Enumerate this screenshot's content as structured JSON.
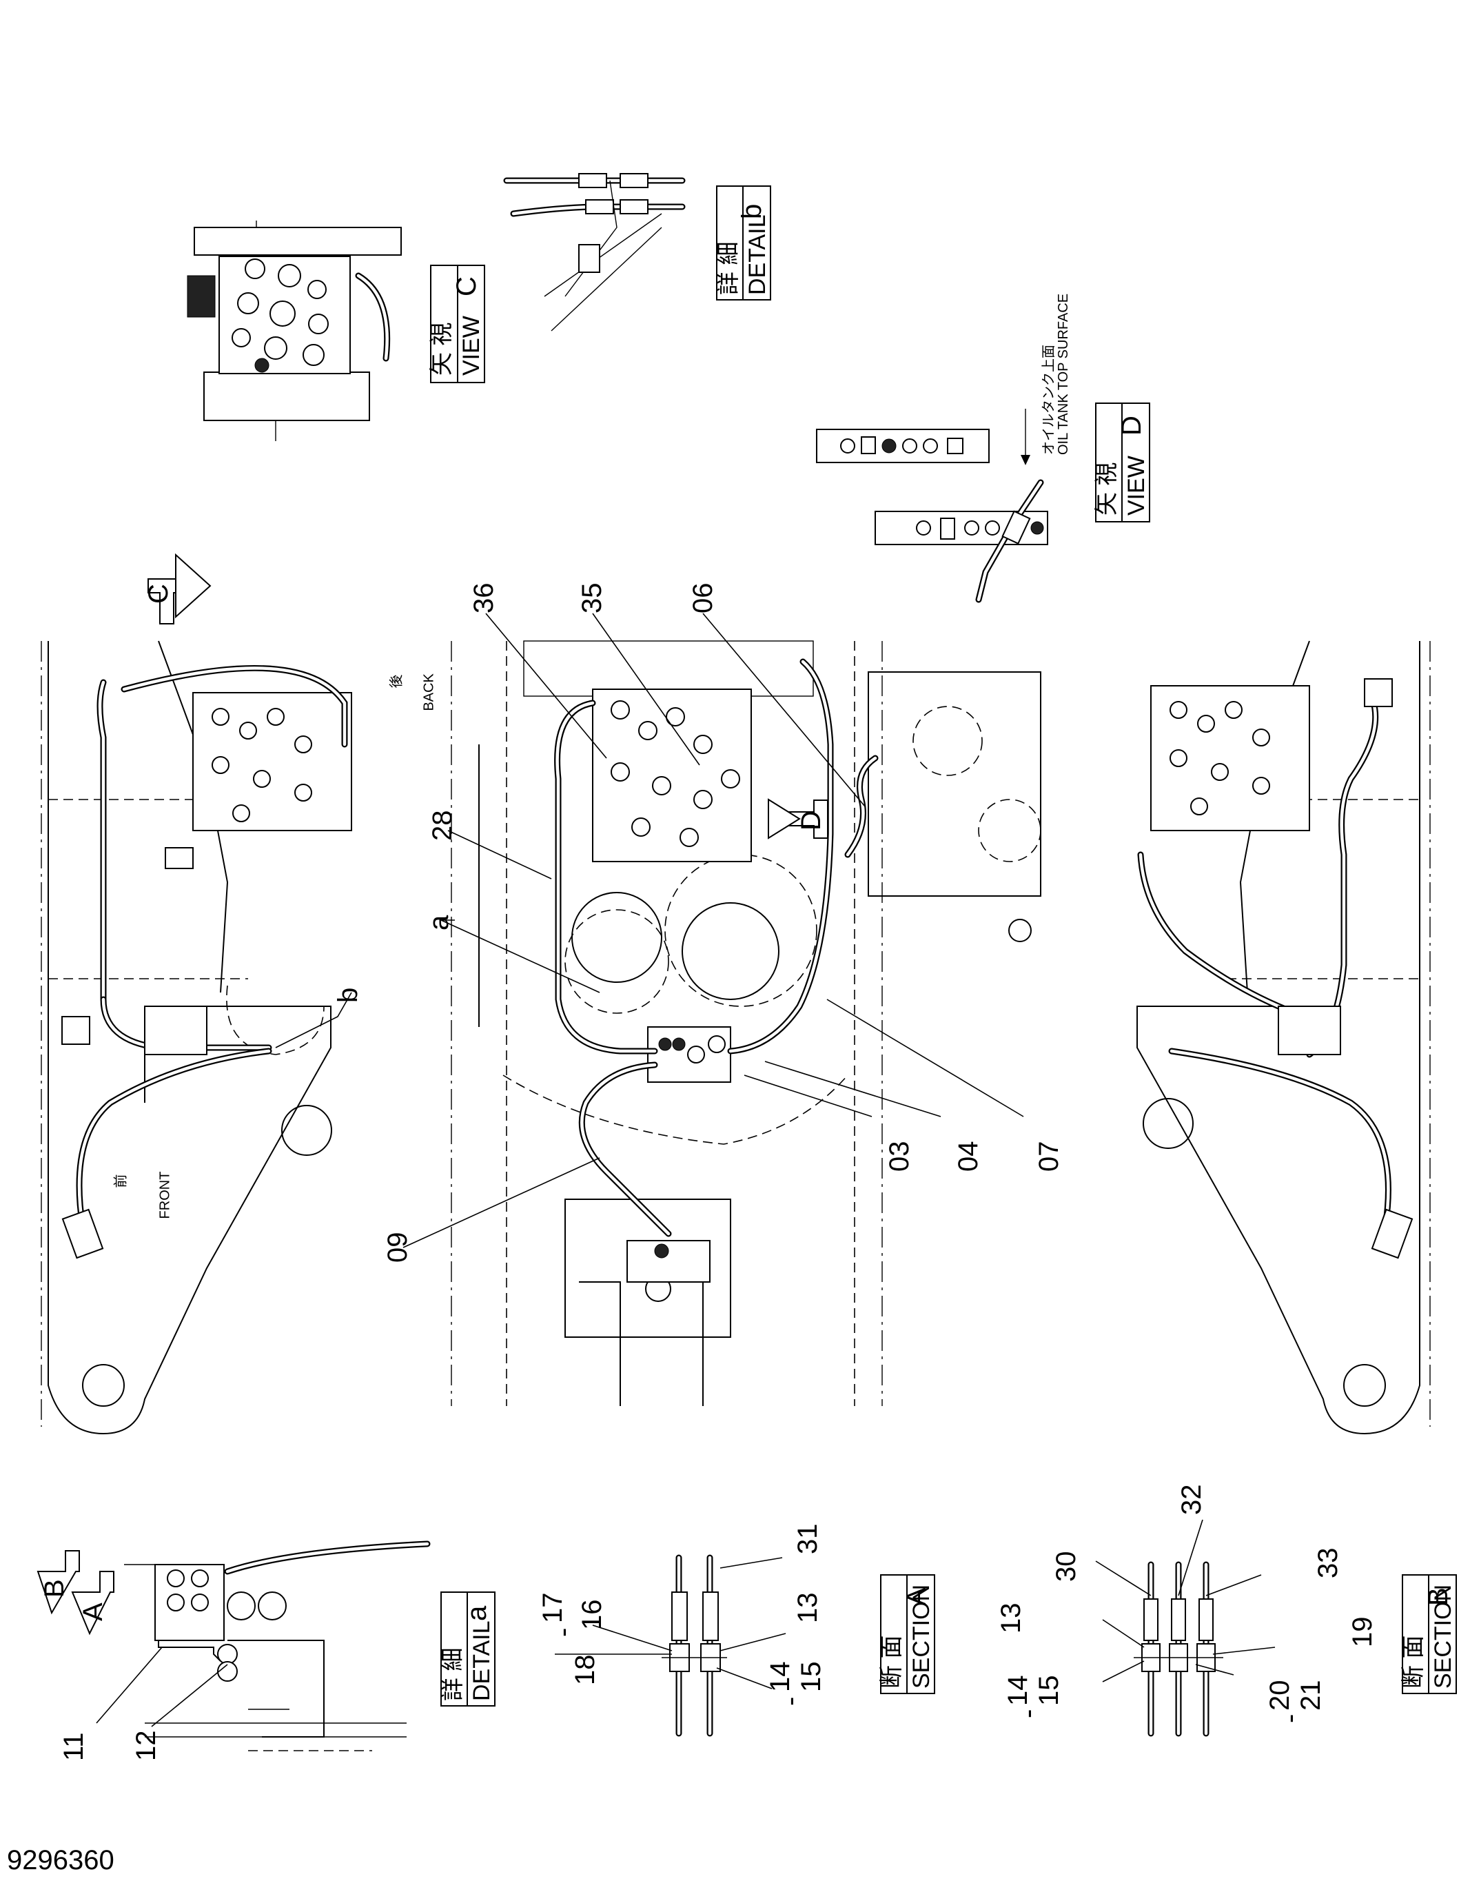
{
  "drawing_number": "9296360",
  "part_callouts": [
    "36",
    "35",
    "06",
    "28",
    "a",
    "b",
    "09",
    "03",
    "04",
    "07",
    "11",
    "12",
    "17",
    "18",
    "16",
    "14",
    "15",
    "13",
    "31",
    "30",
    "32",
    "33",
    "19",
    "20",
    "21"
  ],
  "range_dash": "-",
  "view_markers": {
    "c": "C",
    "d": "D",
    "a": "A",
    "b": "B"
  },
  "boxes": {
    "view_c": {
      "jp": "矢 視",
      "en": "VIEW",
      "letter": "C"
    },
    "view_d": {
      "jp": "矢 視",
      "en": "VIEW",
      "letter": "D"
    },
    "detail_a": {
      "jp": "詳 細",
      "en": "DETAIL",
      "letter": "a"
    },
    "detail_b": {
      "jp": "詳 細",
      "en": "DETAIL",
      "letter": "b"
    },
    "section_a": {
      "jp": "断 面",
      "en": "SECTION",
      "letter": "A"
    },
    "section_b": {
      "jp": "断 面",
      "en": "SECTION",
      "letter": "B"
    }
  },
  "oil_tank": {
    "jp": "オイルタンク上面",
    "en": "OIL TANK TOP SURFACE"
  },
  "orientation": {
    "back_jp": "後",
    "back_en": "BACK",
    "front_jp": "前",
    "front_en": "FRONT"
  }
}
